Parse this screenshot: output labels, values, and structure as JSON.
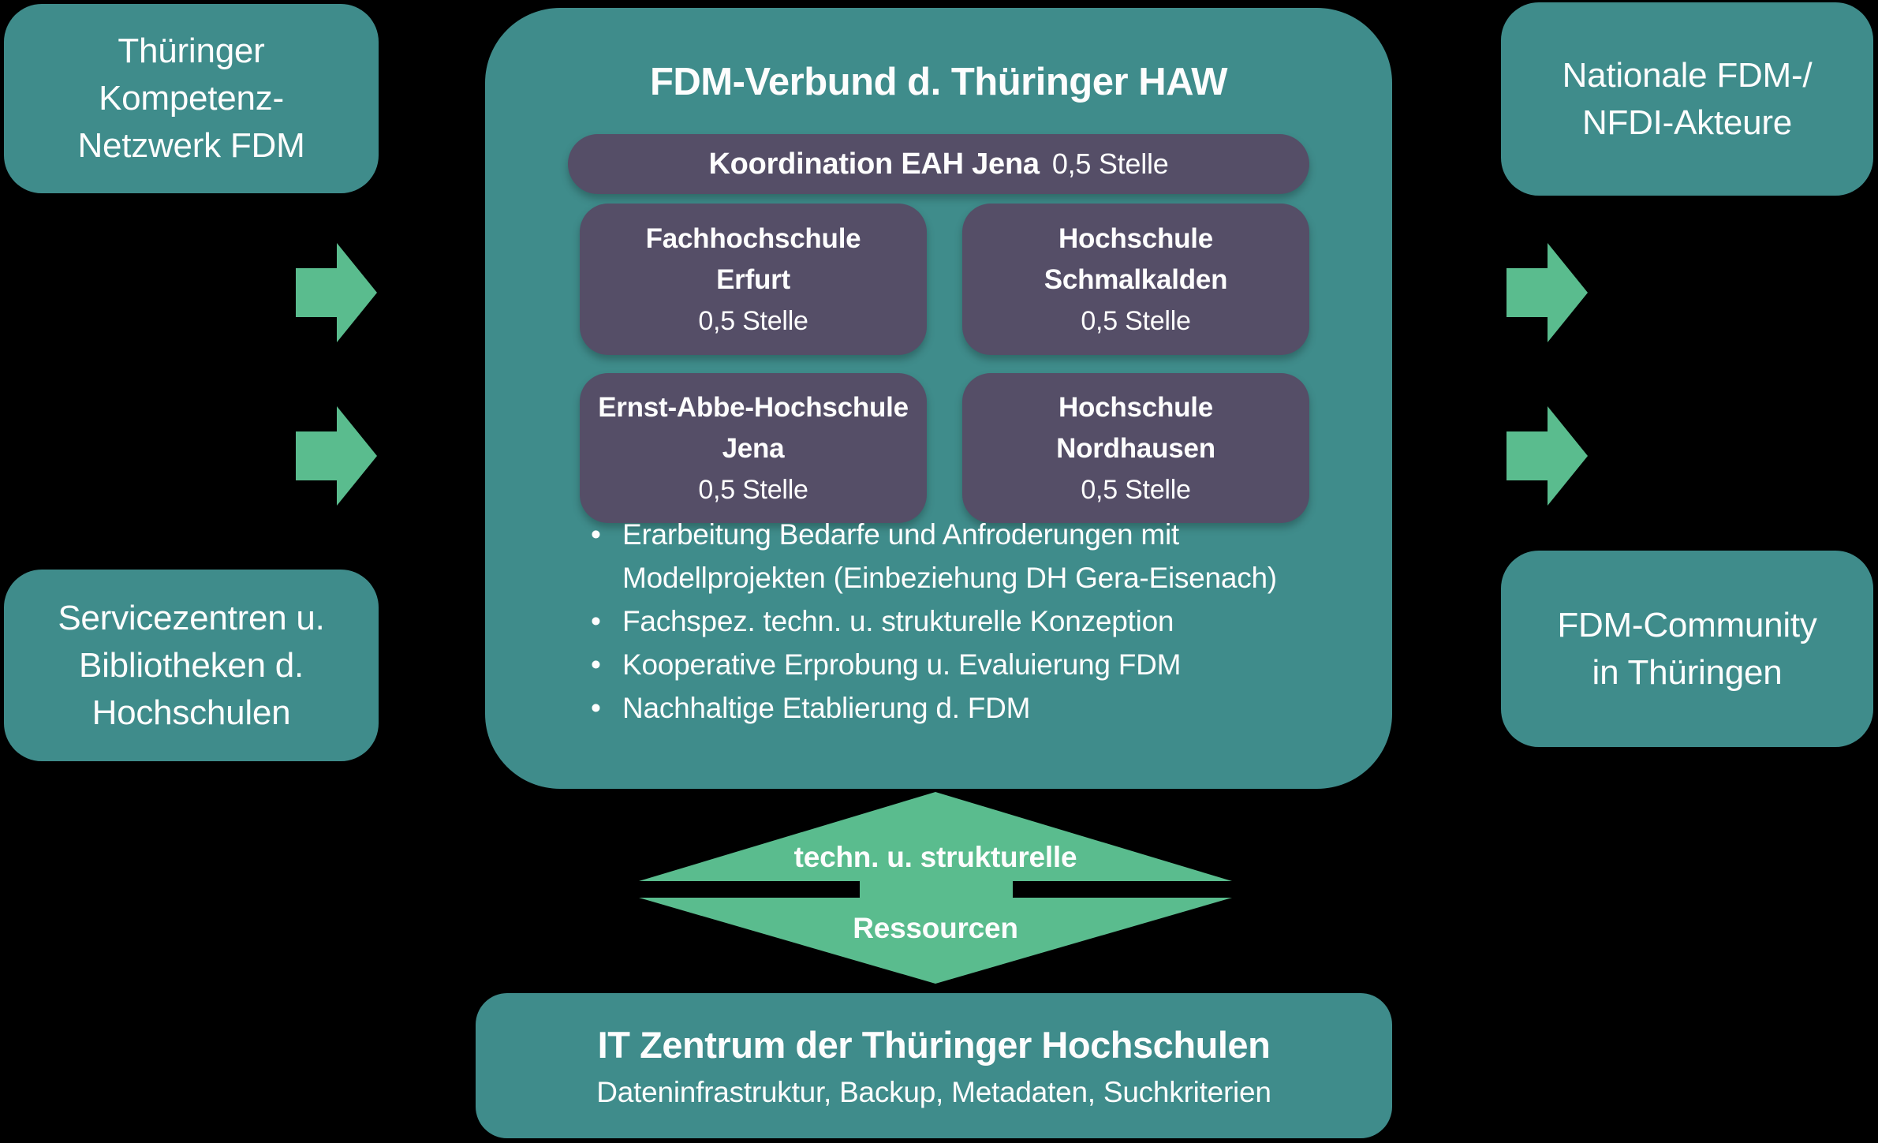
{
  "colors": {
    "background": "#000000",
    "teal": "#3f8c8b",
    "purple": "#554e67",
    "green": "#5abc8e",
    "text": "#fdfdfd"
  },
  "left_column": {
    "kompetenz_box": {
      "lines": [
        "Thüringer",
        "Kompetenz-",
        "Netzwerk FDM"
      ]
    },
    "service_box": {
      "lines": [
        "Servicezentren u.",
        "Bibliotheken d.",
        "Hochschulen"
      ]
    }
  },
  "right_column": {
    "nationale_box": {
      "lines": [
        "Nationale FDM-/",
        "NFDI-Akteure"
      ]
    },
    "community_box": {
      "lines": [
        "FDM-Community",
        "in Thüringen"
      ]
    }
  },
  "verbund": {
    "title": "FDM-Verbund d. Thüringer HAW",
    "koordination": {
      "label": "Koordination EAH Jena",
      "stelle": "0,5 Stelle"
    },
    "members": [
      {
        "line1": "Fachhochschule",
        "line2": "Erfurt",
        "stelle": "0,5 Stelle"
      },
      {
        "line1": "Hochschule",
        "line2": "Schmalkalden",
        "stelle": "0,5 Stelle"
      },
      {
        "line1": "Ernst-Abbe-Hochschule",
        "line2": "Jena",
        "stelle": "0,5 Stelle"
      },
      {
        "line1": "Hochschule",
        "line2": "Nordhausen",
        "stelle": "0,5 Stelle"
      }
    ],
    "bullets": [
      "Erarbeitung Bedarfe und Anfroderungen mit Modellprojekten (Einbeziehung DH Gera-Eisenach)",
      "Fachspez. techn. u. strukturelle Konzeption",
      "Kooperative Erprobung u. Evaluierung FDM",
      "Nachhaltige Etablierung d. FDM"
    ]
  },
  "ressourcen_arrow": {
    "line1": "techn. u. strukturelle",
    "line2": "Ressourcen"
  },
  "it_zentrum": {
    "title": "IT Zentrum der Thüringer Hochschulen",
    "subtitle": "Dateninfrastruktur, Backup, Metadaten, Suchkriterien"
  }
}
